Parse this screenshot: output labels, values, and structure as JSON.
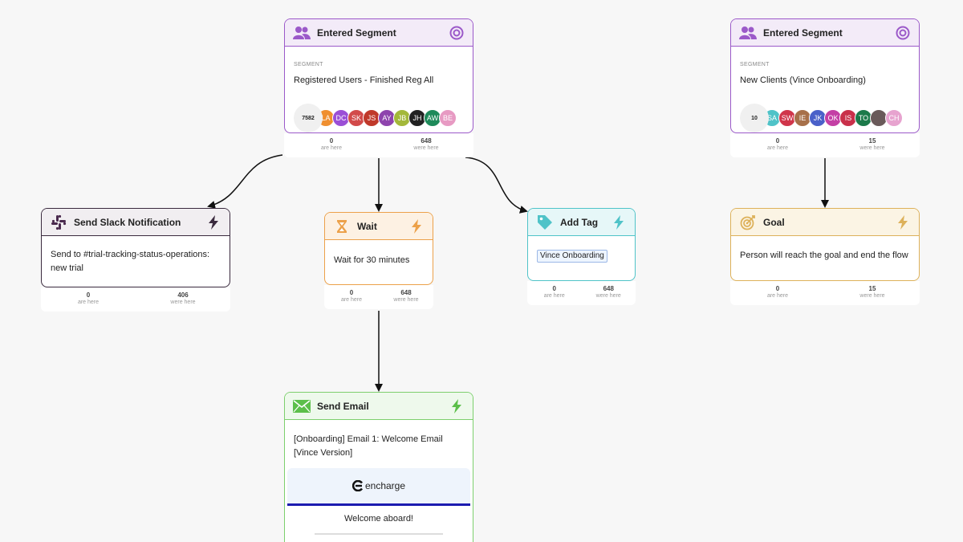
{
  "colors": {
    "purple": "#9b59c9",
    "orange": "#eca14a",
    "teal": "#4fc3c8",
    "gold": "#ddb15a",
    "green": "#7dcf6d",
    "dark": "#3a2a3e",
    "arrow": "#111111"
  },
  "nodes": {
    "segment1": {
      "title": "Entered Segment",
      "label": "SEGMENT",
      "value": "Registered Users - Finished Reg All",
      "count": "7582",
      "avatars": [
        {
          "t": "LA",
          "c": "#ef8f30"
        },
        {
          "t": "DC",
          "c": "#9b4fd6"
        },
        {
          "t": "SK",
          "c": "#d24a4a"
        },
        {
          "t": "JS",
          "c": "#c0392b"
        },
        {
          "t": "AY",
          "c": "#8e44ad"
        },
        {
          "t": "JB",
          "c": "#a3b83a"
        },
        {
          "t": "JH",
          "c": "#222222"
        },
        {
          "t": "AW",
          "c": "#1e8a5a"
        },
        {
          "t": "BE",
          "c": "#e79ac3"
        }
      ],
      "stats": {
        "here": "0",
        "here_label": "are here",
        "were": "648",
        "were_label": "were here"
      }
    },
    "segment2": {
      "title": "Entered Segment",
      "label": "SEGMENT",
      "value": "New Clients (Vince Onboarding)",
      "count": "10",
      "avatars": [
        {
          "t": "SA",
          "c": "#4fc3c8"
        },
        {
          "t": "SW",
          "c": "#d0354a"
        },
        {
          "t": "IE",
          "c": "#a7704a"
        },
        {
          "t": "JK",
          "c": "#4a60c9"
        },
        {
          "t": "OK",
          "c": "#c43fa5"
        },
        {
          "t": "IS",
          "c": "#c9304a"
        },
        {
          "t": "TO",
          "c": "#1c7a4a"
        },
        {
          "t": "",
          "c": "#6a5a5a"
        },
        {
          "t": "CH",
          "c": "#e7a3cf"
        }
      ],
      "stats": {
        "here": "0",
        "here_label": "are here",
        "were": "15",
        "were_label": "were here"
      }
    },
    "slack": {
      "title": "Send Slack Notification",
      "body": "Send to #trial-tracking-status-operations: new trial",
      "stats": {
        "here": "0",
        "here_label": "are here",
        "were": "406",
        "were_label": "were here"
      }
    },
    "wait": {
      "title": "Wait",
      "body": "Wait for 30 minutes",
      "stats": {
        "here": "0",
        "here_label": "are here",
        "were": "648",
        "were_label": "were here"
      }
    },
    "tag": {
      "title": "Add Tag",
      "tag": "Vince Onboarding",
      "stats": {
        "here": "0",
        "here_label": "are here",
        "were": "648",
        "were_label": "were here"
      }
    },
    "goal": {
      "title": "Goal",
      "body": "Person will reach the goal and end the flow",
      "stats": {
        "here": "0",
        "here_label": "are here",
        "were": "15",
        "were_label": "were here"
      }
    },
    "email": {
      "title": "Send Email",
      "body": "[Onboarding] Email 1: Welcome Email [Vince Version]",
      "brand": "encharge",
      "welcome": "Welcome aboard!"
    }
  }
}
